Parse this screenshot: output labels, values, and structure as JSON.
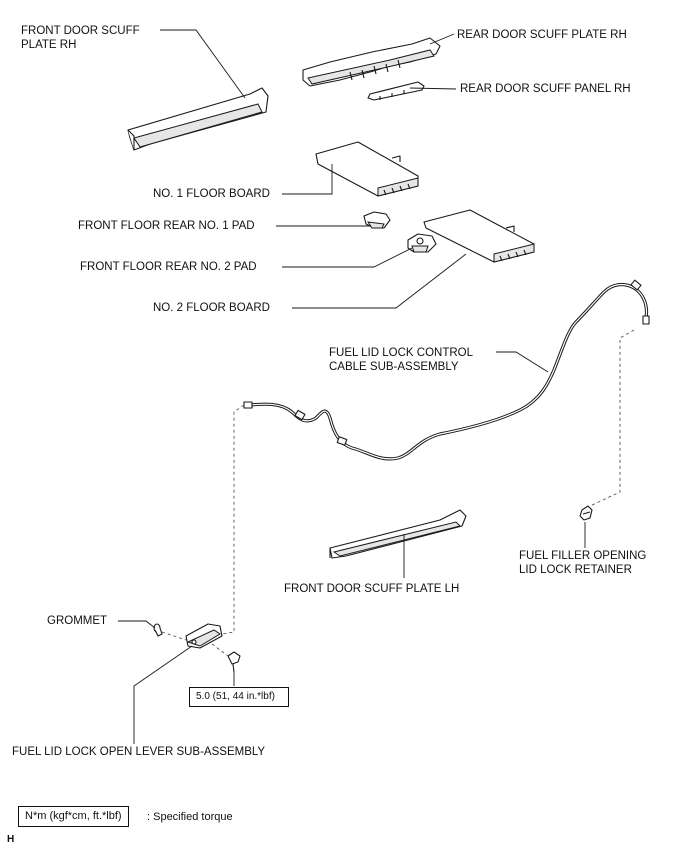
{
  "labels": {
    "front_door_scuff_plate_rh": "FRONT DOOR SCUFF\nPLATE RH",
    "rear_door_scuff_plate_rh": "REAR DOOR SCUFF PLATE RH",
    "rear_door_scuff_panel_rh": "REAR DOOR SCUFF PANEL RH",
    "no1_floor_board": "NO. 1 FLOOR BOARD",
    "front_floor_rear_no1_pad": "FRONT FLOOR REAR NO. 1 PAD",
    "front_floor_rear_no2_pad": "FRONT FLOOR REAR NO. 2 PAD",
    "no2_floor_board": "NO. 2 FLOOR BOARD",
    "fuel_lid_lock_control_cable": "FUEL LID LOCK CONTROL\nCABLE SUB-ASSEMBLY",
    "front_door_scuff_plate_lh": "FRONT DOOR SCUFF PLATE LH",
    "fuel_filler_opening_lid_lock_retainer": "FUEL FILLER OPENING\nLID LOCK RETAINER",
    "grommet": "GROMMET",
    "fuel_lid_lock_open_lever": "FUEL LID LOCK OPEN LEVER SUB-ASSEMBLY"
  },
  "torque": {
    "value": "5.0 (51, 44 in.*lbf)"
  },
  "legend": {
    "box_text": "N*m (kgf*cm, ft.*lbf)",
    "description": ": Specified torque"
  },
  "figure_code": "H"
}
